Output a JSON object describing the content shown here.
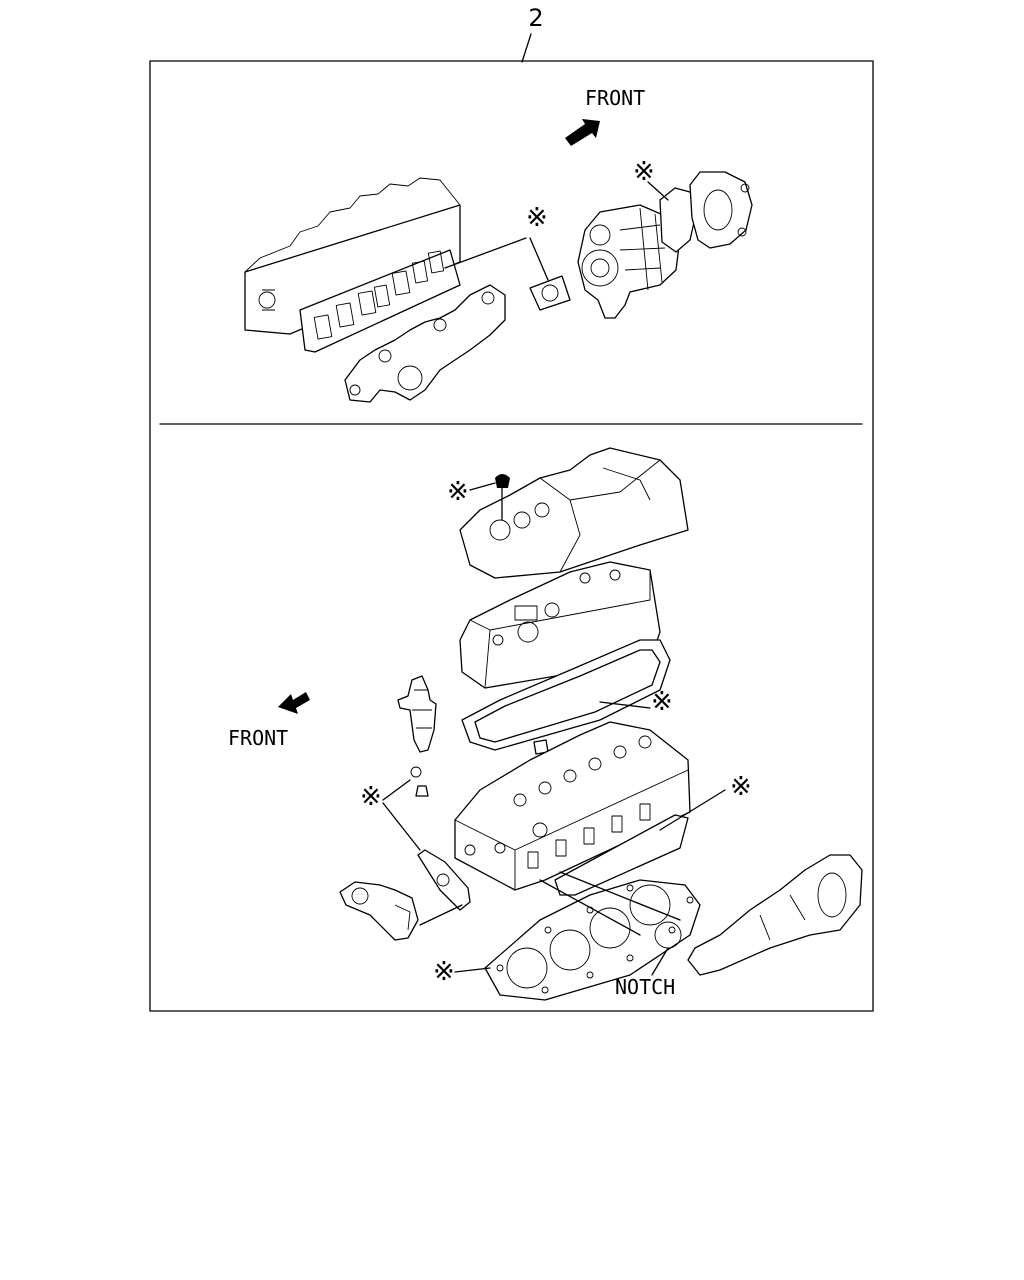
{
  "reference_number": "2",
  "labels": {
    "front_top": "FRONT",
    "front_bottom": "FRONT",
    "notch": "NOTCH"
  },
  "marker_symbol": "※"
}
